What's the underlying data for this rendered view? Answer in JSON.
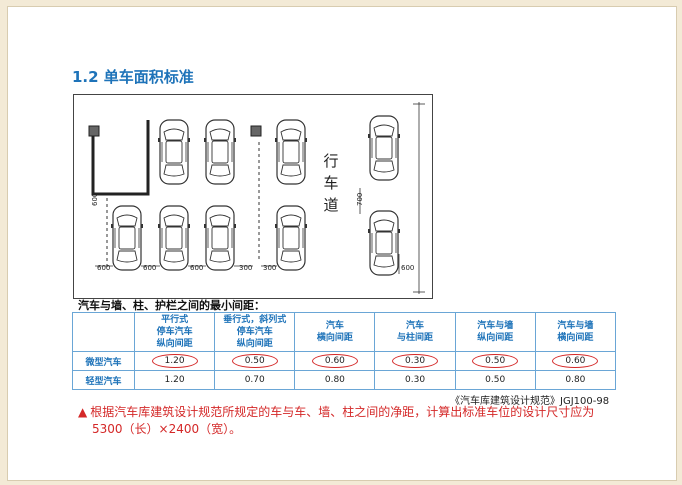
{
  "slide": {
    "title": "1.2 单车面积标准"
  },
  "diagram": {
    "aisle_label": [
      "行",
      "车",
      "道"
    ],
    "dim_labels": {
      "d600_left": "600",
      "d600_mid1": "600",
      "d600_mid2": "600",
      "d300_a": "300",
      "d300_b": "300",
      "d700": "700",
      "d600_right": "600",
      "d600_side": "600"
    }
  },
  "table": {
    "caption": "汽车与墙、柱、护栏之间的最小间距：",
    "headers": [
      "",
      "平行式\n停车汽车\n纵向间距",
      "垂行式，斜列式\n停车汽车\n纵向间距",
      "汽车\n横向间距",
      "汽车\n与柱间距",
      "汽车与墙\n纵向间距",
      "汽车与墙\n横向间距"
    ],
    "rows": [
      {
        "label": "微型汽车",
        "values": [
          "1.20",
          "0.50",
          "0.60",
          "0.30",
          "0.50",
          "0.60"
        ],
        "highlighted": true
      },
      {
        "label": "轻型汽车",
        "values": [
          "1.20",
          "0.70",
          "0.80",
          "0.30",
          "0.50",
          "0.80"
        ],
        "highlighted": false
      }
    ]
  },
  "source": "《汽车库建筑设计规范》JGJ100-98",
  "note": {
    "marker": "▲",
    "line1": "根据汽车库建筑设计规范所规定的车与车、墙、柱之间的净距，计算出标准车位的设计尺寸应为",
    "line2": "5300（长）×2400（宽）。"
  },
  "colors": {
    "accent_blue": "#1e73b9",
    "highlight_red": "#d42828",
    "page_bg": "#f3ead6"
  }
}
